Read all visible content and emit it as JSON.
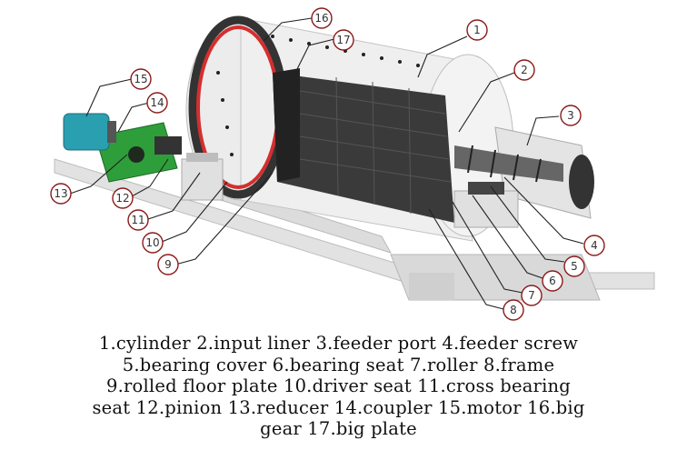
{
  "callouts": [
    {
      "n": "1"
    },
    {
      "n": "2"
    },
    {
      "n": "3"
    },
    {
      "n": "4"
    },
    {
      "n": "5"
    },
    {
      "n": "6"
    },
    {
      "n": "7"
    },
    {
      "n": "8"
    },
    {
      "n": "9"
    },
    {
      "n": "10"
    },
    {
      "n": "11"
    },
    {
      "n": "12"
    },
    {
      "n": "13"
    },
    {
      "n": "14"
    },
    {
      "n": "15"
    },
    {
      "n": "16"
    },
    {
      "n": "17"
    }
  ],
  "caption": {
    "line1": "1.cylinder 2.input liner 3.feeder port 4.feeder screw",
    "line2": "5.bearing cover 6.bearing seat 7.roller 8.frame",
    "line3": "9.rolled floor plate 10.driver seat 11.cross bearing",
    "line4": "seat 12.pinion 13.reducer 14.coupler 15.motor 16.big",
    "line5": "gear 17.big plate"
  },
  "colors": {
    "callout_circle": "#8b1a1a",
    "big_gear_ring": "#d32f2f",
    "reducer": "#2e9e3a",
    "motor": "#2a9fb0",
    "liner": "#3a3a3a",
    "body": "#e6e6e6"
  }
}
